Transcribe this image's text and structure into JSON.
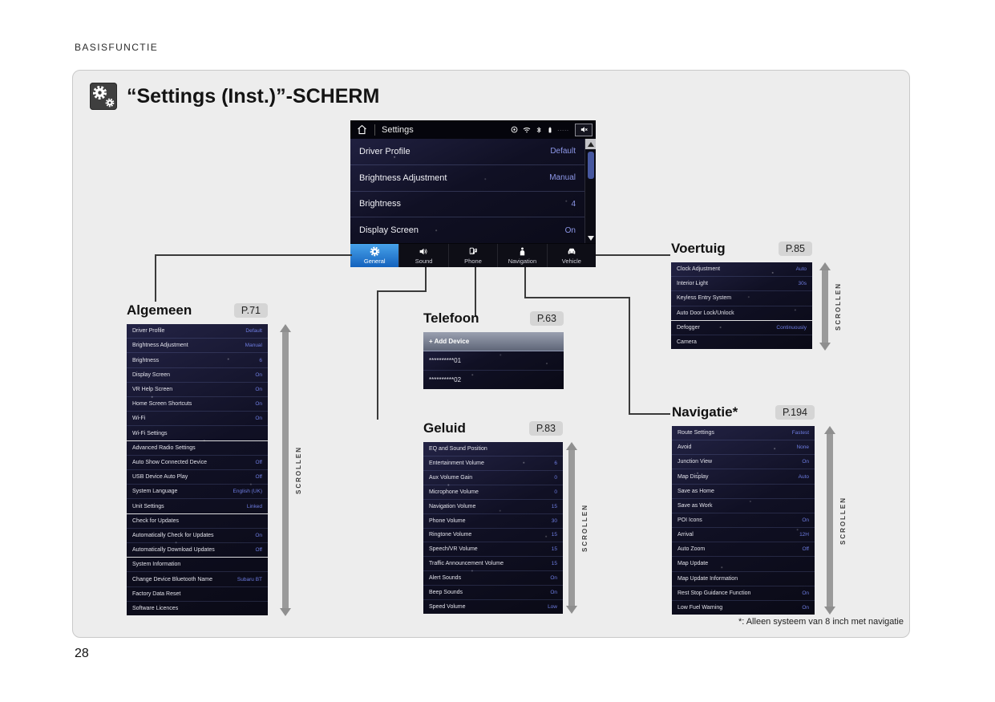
{
  "page": {
    "header": "BASISFUNCTIE",
    "number": "28",
    "title": "“Settings (Inst.)”-SCHERM",
    "footnote": "*: Alleen systeem van 8 inch met navigatie"
  },
  "icons": {
    "title": [
      "gear-icon"
    ],
    "status_bar": [
      "home-icon",
      "display-icon",
      "wifi-icon",
      "bluetooth-icon",
      "battery-icon",
      "mute-icon"
    ],
    "tabs": [
      "gear-icon",
      "speaker-icon",
      "phone-icon",
      "navigation-person-icon",
      "car-icon"
    ],
    "scroll": [
      "up-arrow-icon",
      "down-arrow-icon"
    ]
  },
  "colors": {
    "active_tab_blue": "#1e7fd6",
    "value_blue": "#7d8ae6",
    "panel_gray": "#ededed"
  },
  "main_screen": {
    "status": {
      "title": "Settings",
      "dots": "....."
    },
    "rows": [
      {
        "label": "Driver Profile",
        "value": "Default"
      },
      {
        "label": "Brightness Adjustment",
        "value": "Manual"
      },
      {
        "label": "Brightness",
        "value": "4"
      },
      {
        "label": "Display Screen",
        "value": "On"
      }
    ],
    "tabs": [
      {
        "label": "General"
      },
      {
        "label": "Sound"
      },
      {
        "label": "Phone"
      },
      {
        "label": "Navigation"
      },
      {
        "label": "Vehicle"
      }
    ]
  },
  "sections": {
    "algemeen": {
      "title": "Algemeen",
      "page_ref": "P.71",
      "scroll_label": "SCROLLEN",
      "rows": [
        {
          "label": "Driver Profile",
          "value": "Default"
        },
        {
          "label": "Brightness Adjustment",
          "value": "Manual"
        },
        {
          "label": "Brightness",
          "value": "6"
        },
        {
          "label": "Display Screen",
          "value": "On"
        },
        {
          "label": "VR Help Screen",
          "value": "On"
        },
        {
          "label": "Home Screen Shortcuts",
          "value": "On"
        },
        {
          "label": "Wi-Fi",
          "value": "On"
        },
        {
          "label": "Wi-Fi Settings",
          "divider": true
        },
        {
          "label": "Advanced Radio Settings"
        },
        {
          "label": "Auto Show Connected Device",
          "value": "Off"
        },
        {
          "label": "USB Device Auto Play",
          "value": "Off"
        },
        {
          "label": "System Language",
          "value": "English (UK)"
        },
        {
          "label": "Unit Settings",
          "value": "Linked",
          "divider": true
        },
        {
          "label": "Check for Updates"
        },
        {
          "label": "Automatically Check for Updates",
          "value": "On"
        },
        {
          "label": "Automatically Download Updates",
          "value": "Off",
          "divider": true
        },
        {
          "label": "System Information"
        },
        {
          "label": "Change Device Bluetooth Name",
          "value": "Subaru BT"
        },
        {
          "label": "Factory Data Reset"
        },
        {
          "label": "Software Licences"
        }
      ]
    },
    "telefoon": {
      "title": "Telefoon",
      "page_ref": "P.63",
      "rows": [
        {
          "label": "+ Add Device",
          "selected": true
        },
        {
          "label": "**********01"
        },
        {
          "label": "**********02"
        }
      ]
    },
    "geluid": {
      "title": "Geluid",
      "page_ref": "P.83",
      "scroll_label": "SCROLLEN",
      "rows": [
        {
          "label": "EQ and Sound Position"
        },
        {
          "label": "Entertainment Volume",
          "value": "6"
        },
        {
          "label": "Aux Volume Gain",
          "value": "0"
        },
        {
          "label": "Microphone Volume",
          "value": "0"
        },
        {
          "label": "Navigation Volume",
          "value": "15"
        },
        {
          "label": "Phone Volume",
          "value": "30"
        },
        {
          "label": "Ringtone Volume",
          "value": "15"
        },
        {
          "label": "Speech/VR Volume",
          "value": "15"
        },
        {
          "label": "Traffic Announcement Volume",
          "value": "15"
        },
        {
          "label": "Alert Sounds",
          "value": "On"
        },
        {
          "label": "Beep Sounds",
          "value": "On"
        },
        {
          "label": "Speed Volume",
          "value": "Low"
        }
      ]
    },
    "voertuig": {
      "title": "Voertuig",
      "page_ref": "P.85",
      "scroll_label": "SCROLLEN",
      "rows": [
        {
          "label": "Clock Adjustment",
          "value": "Auto"
        },
        {
          "label": "Interior Light",
          "value": "30s"
        },
        {
          "label": "Keyless Entry System"
        },
        {
          "label": "Auto Door Lock/Unlock",
          "divider": true
        },
        {
          "label": "Defogger",
          "value": "Continuously"
        },
        {
          "label": "Camera"
        }
      ]
    },
    "navigatie": {
      "title": "Navigatie*",
      "page_ref": "P.194",
      "scroll_label": "SCROLLEN",
      "rows": [
        {
          "label": "Route Settings",
          "value": "Fastest"
        },
        {
          "label": "Avoid",
          "value": "None"
        },
        {
          "label": "Junction View",
          "value": "On"
        },
        {
          "label": "Map Display",
          "value": "Auto"
        },
        {
          "label": "Save as Home"
        },
        {
          "label": "Save as Work"
        },
        {
          "label": "POI Icons",
          "value": "On"
        },
        {
          "label": "Arrival",
          "value": "12H"
        },
        {
          "label": "Auto Zoom",
          "value": "Off"
        },
        {
          "label": "Map Update"
        },
        {
          "label": "Map Update Information"
        },
        {
          "label": "Rest Stop Guidance Function",
          "value": "On"
        },
        {
          "label": "Low Fuel Warning",
          "value": "On"
        }
      ]
    }
  }
}
